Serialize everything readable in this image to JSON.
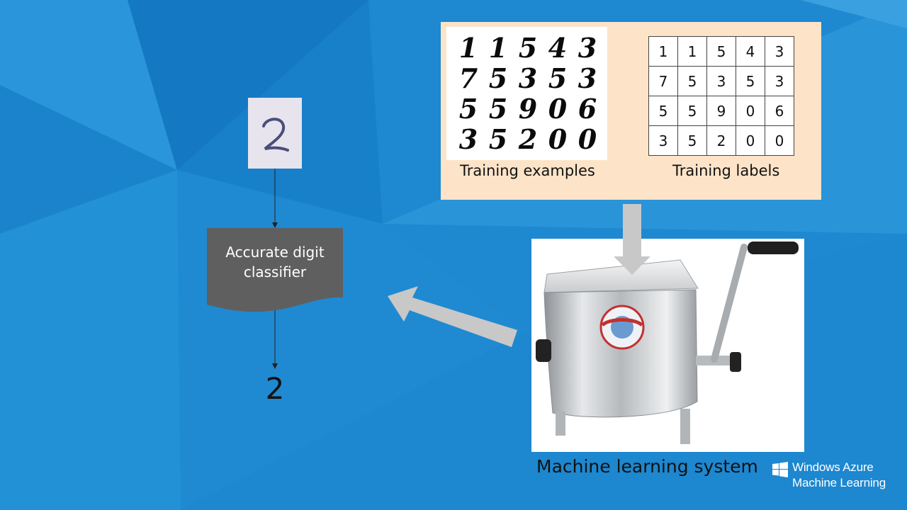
{
  "diagram": {
    "classifier_label": "Accurate digit classifier",
    "output_digit": "2",
    "training_examples_caption": "Training examples",
    "training_labels_caption": "Training labels",
    "machine_caption": "Machine learning system",
    "training_examples_digits": [
      [
        "1",
        "1",
        "5",
        "4",
        "3"
      ],
      [
        "7",
        "5",
        "3",
        "5",
        "3"
      ],
      [
        "5",
        "5",
        "9",
        "0",
        "6"
      ],
      [
        "3",
        "5",
        "2",
        "0",
        "0"
      ]
    ],
    "training_labels": [
      [
        "1",
        "1",
        "5",
        "4",
        "3"
      ],
      [
        "7",
        "5",
        "3",
        "5",
        "3"
      ],
      [
        "5",
        "5",
        "9",
        "0",
        "6"
      ],
      [
        "3",
        "5",
        "2",
        "0",
        "0"
      ]
    ]
  },
  "branding": {
    "line1": "Windows Azure",
    "line2": "Machine Learning",
    "logo_icon": "windows-logo-icon"
  },
  "colors": {
    "background": "#1c86cf",
    "panel": "#fde4c8",
    "classifier_shape": "#5f5f5f",
    "arrow": "#c8c8c8"
  }
}
